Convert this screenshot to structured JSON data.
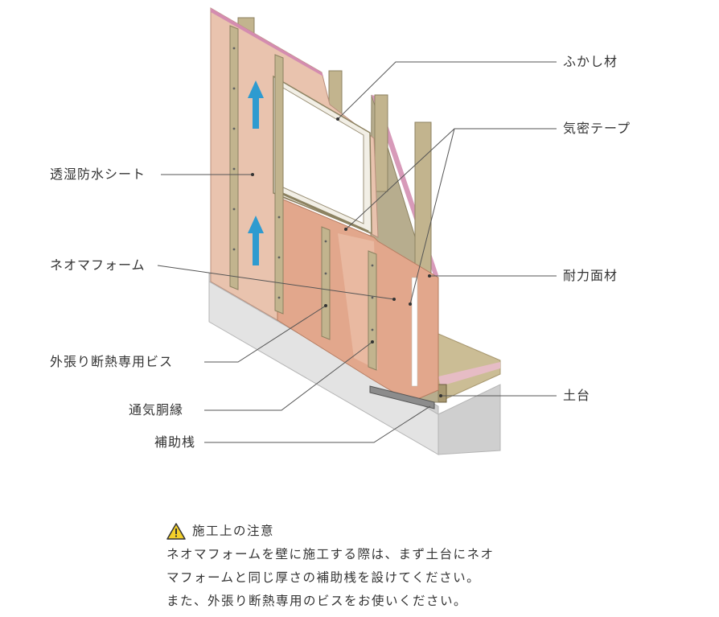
{
  "labels": {
    "fukashi": "ふかし材",
    "kimitsu_tape": "気密テープ",
    "membrane": "透湿防水シート",
    "neoma_foam": "ネオマフォーム",
    "structural_panel": "耐力面材",
    "screws": "外張り断熱専用ビス",
    "dodai": "土台",
    "furring": "通気胴縁",
    "support_strip": "補助桟"
  },
  "caution": {
    "title": "施工上の注意",
    "lines": [
      "ネオマフォームを壁に施工する際は、まず土台にネオ",
      "マフォームと同じ厚さの補助桟を設けてください。",
      "また、外張り断熱専用のビスをお使いください。"
    ]
  },
  "colors": {
    "membrane": "#e9c3ae",
    "foam": "#e2a78c",
    "wood": "#c2b48e",
    "panel": "#b7ad8e",
    "concrete": "#d9d9d9",
    "arrow": "#2e9bd0",
    "warning": "#f3d02a"
  },
  "icons": {
    "warning": "warning-triangle-icon",
    "airflow": "arrow-up-icon"
  }
}
